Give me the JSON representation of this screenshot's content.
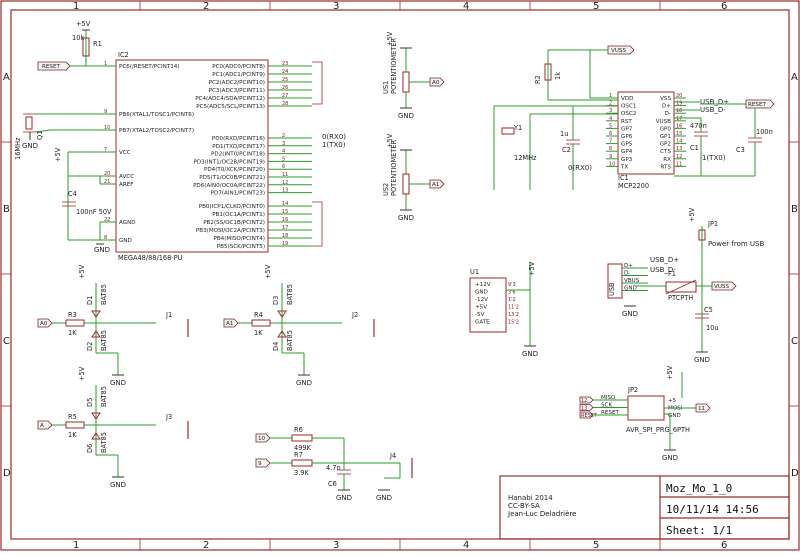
{
  "grid": {
    "columns": [
      "1",
      "2",
      "3",
      "4",
      "5",
      "6"
    ],
    "rows": [
      "A",
      "B",
      "C",
      "D"
    ]
  },
  "title_block": {
    "project": "Hanabi  2014",
    "license": "CC-BY-SA",
    "author": "Jean-Luc Deladrière",
    "name": "Moz_Mo_1_0",
    "date": "10/11/14 14:56",
    "sheet": "Sheet: 1/1"
  },
  "mcu": {
    "ref": "IC2",
    "value": "MEGA48/88/168-PU",
    "left_pins": [
      {
        "num": "1",
        "name": "PC6(/RESET/PCINT14)"
      },
      {
        "num": "9",
        "name": "PB6(XTAL1/TOSC1/PCINT6)"
      },
      {
        "num": "10",
        "name": "PB7(XTAL2/TOSC2/PCINT7)"
      },
      {
        "num": "7",
        "name": "VCC"
      },
      {
        "num": "20",
        "name": "AVCC"
      },
      {
        "num": "21",
        "name": "AREF"
      },
      {
        "num": "22",
        "name": "AGND"
      },
      {
        "num": "8",
        "name": "GND"
      }
    ],
    "right_pins": [
      {
        "num": "23",
        "name": "PC0(ADC0/PCINT8)"
      },
      {
        "num": "24",
        "name": "PC1(ADC1/PCINT9)"
      },
      {
        "num": "25",
        "name": "PC2(ADC2/PCINT10)"
      },
      {
        "num": "26",
        "name": "PC3(ADC3/PCINT11)"
      },
      {
        "num": "27",
        "name": "PC4(ADC4/SDA/PCINT12)"
      },
      {
        "num": "28",
        "name": "PC5(ADC5/SCL/PCINT13)"
      },
      {
        "num": "2",
        "name": "PD0(RXD/PCINT16)"
      },
      {
        "num": "3",
        "name": "PD1(TXD/PCINT17)"
      },
      {
        "num": "4",
        "name": "PD2(INT0/PCINT18)"
      },
      {
        "num": "5",
        "name": "PD3(INT1/OC2B/PCINT19)"
      },
      {
        "num": "6",
        "name": "PD4(T0/XCK/PCINT20)"
      },
      {
        "num": "11",
        "name": "PD5(T1/OC0B/PCINT21)"
      },
      {
        "num": "12",
        "name": "PD6(AIN0/OC0A/PCINT22)"
      },
      {
        "num": "13",
        "name": "PD7(AIN1/PCINT23)"
      },
      {
        "num": "14",
        "name": "PB0(ICP1/CLKO/PCINT0)"
      },
      {
        "num": "15",
        "name": "PB1(OC1A/PCINT1)"
      },
      {
        "num": "16",
        "name": "PB2(SS/OC1B/PCINT2)"
      },
      {
        "num": "17",
        "name": "PB3(MOSI/OC2A/PCINT3)"
      },
      {
        "num": "18",
        "name": "PB4(MISO/PCINT4)"
      },
      {
        "num": "19",
        "name": "PB5(SCK/PCINT5)"
      }
    ],
    "rx_label": "0(RX0)",
    "tx_label": "1(TX0)"
  },
  "left_parts": {
    "reset_flag": "RESET",
    "r1": "R1",
    "r1_val": "10k",
    "plus5v": "+5V",
    "crystal": "Q1",
    "crystal_val": "16MHz",
    "c4": "C4",
    "c4_val": "100nF 50V",
    "gnd": "GND"
  },
  "pots": [
    {
      "name": "US1",
      "value": "POTENTIOMETER",
      "flag": "A0"
    },
    {
      "name": "US2",
      "value": "POTENTIOMETER",
      "flag": "A1"
    }
  ],
  "usb_chip": {
    "ref": "IC1",
    "value": "MCP2200",
    "left_pins": [
      {
        "num": "1",
        "name": "VDD"
      },
      {
        "num": "2",
        "name": "OSC1"
      },
      {
        "num": "3",
        "name": "OSC2"
      },
      {
        "num": "4",
        "name": "RST"
      },
      {
        "num": "5",
        "name": "GP7"
      },
      {
        "num": "6",
        "name": "GP6"
      },
      {
        "num": "7",
        "name": "GP5"
      },
      {
        "num": "8",
        "name": "GP4"
      },
      {
        "num": "9",
        "name": "GP3"
      },
      {
        "num": "10",
        "name": "TX"
      }
    ],
    "right_pins": [
      {
        "num": "20",
        "name": "VSS"
      },
      {
        "num": "19",
        "name": "D+"
      },
      {
        "num": "18",
        "name": "D-"
      },
      {
        "num": "17",
        "name": "VUSB"
      },
      {
        "num": "16",
        "name": "GP0"
      },
      {
        "num": "15",
        "name": "GP1"
      },
      {
        "num": "14",
        "name": "GP2"
      },
      {
        "num": "13",
        "name": "CTS"
      },
      {
        "num": "12",
        "name": "RX"
      },
      {
        "num": "11",
        "name": "RTS"
      }
    ],
    "vuss_flag": "VUSS",
    "reset_flag": "RESET",
    "usb_dp": "USB_D+",
    "usb_dm": "USB_D-",
    "r2": "R2",
    "r2_val": "1k",
    "y1": "Y1",
    "y1_val": "12MHz",
    "c2": "C2",
    "c2_val": "1u",
    "c1": "C1",
    "c1_val": "470n",
    "c3": "C3",
    "c3_val": "100n",
    "rx_label": "0(RX0)",
    "tx_label": "1(TX0)"
  },
  "power": {
    "u1": "U1",
    "u1_pins": [
      "+12V",
      "GND",
      "-12V",
      "+5V",
      "-5V",
      "GATE"
    ],
    "u1_nums": [
      "9'3",
      "3'6",
      "1'2",
      "11'2",
      "13'2",
      "15'2"
    ],
    "jp1": "JP1",
    "jp1_note": "Power from USB",
    "usb_conn": "USB",
    "usb_pins": [
      "D+",
      "D-",
      "VBUS",
      "GND"
    ],
    "fuse": "F1",
    "fuse_val": "PTCPTH",
    "c5": "C5",
    "c5_val": "10u",
    "vuss": "VUSS",
    "usb_dp": "USB_D+",
    "usb_dm": "USB_D-"
  },
  "channels": [
    {
      "flag": "A0",
      "r": "R3",
      "rv": "1K",
      "d1": "D1",
      "d2": "D2",
      "bat": "BAT85",
      "j": "J1"
    },
    {
      "flag": "A1",
      "r": "R4",
      "rv": "1K",
      "d1": "D3",
      "d2": "D4",
      "bat": "BAT85",
      "j": "J2"
    },
    {
      "flag": "A",
      "r": "R5",
      "rv": "1K",
      "d1": "D5",
      "d2": "D6",
      "bat": "BAT85",
      "j": "J3"
    }
  ],
  "output": {
    "flag_a": "10",
    "flag_b": "9",
    "r6": "R6",
    "r6_val": "499K",
    "r7": "R7",
    "r7_val": "3.9K",
    "c6": "C6",
    "c6_val": "4.7n",
    "j4": "J4"
  },
  "isp": {
    "ref": "JP2",
    "value": "AVR_SPI_PRG_6PTH",
    "nums": [
      "12",
      "13",
      "RESET"
    ],
    "left": [
      "MISO",
      "SCK",
      "RESET"
    ],
    "right": [
      "+5",
      "MOSI",
      "GND"
    ],
    "flag_r": "11"
  },
  "common": {
    "gnd": "GND",
    "plus5v": "+5V"
  }
}
